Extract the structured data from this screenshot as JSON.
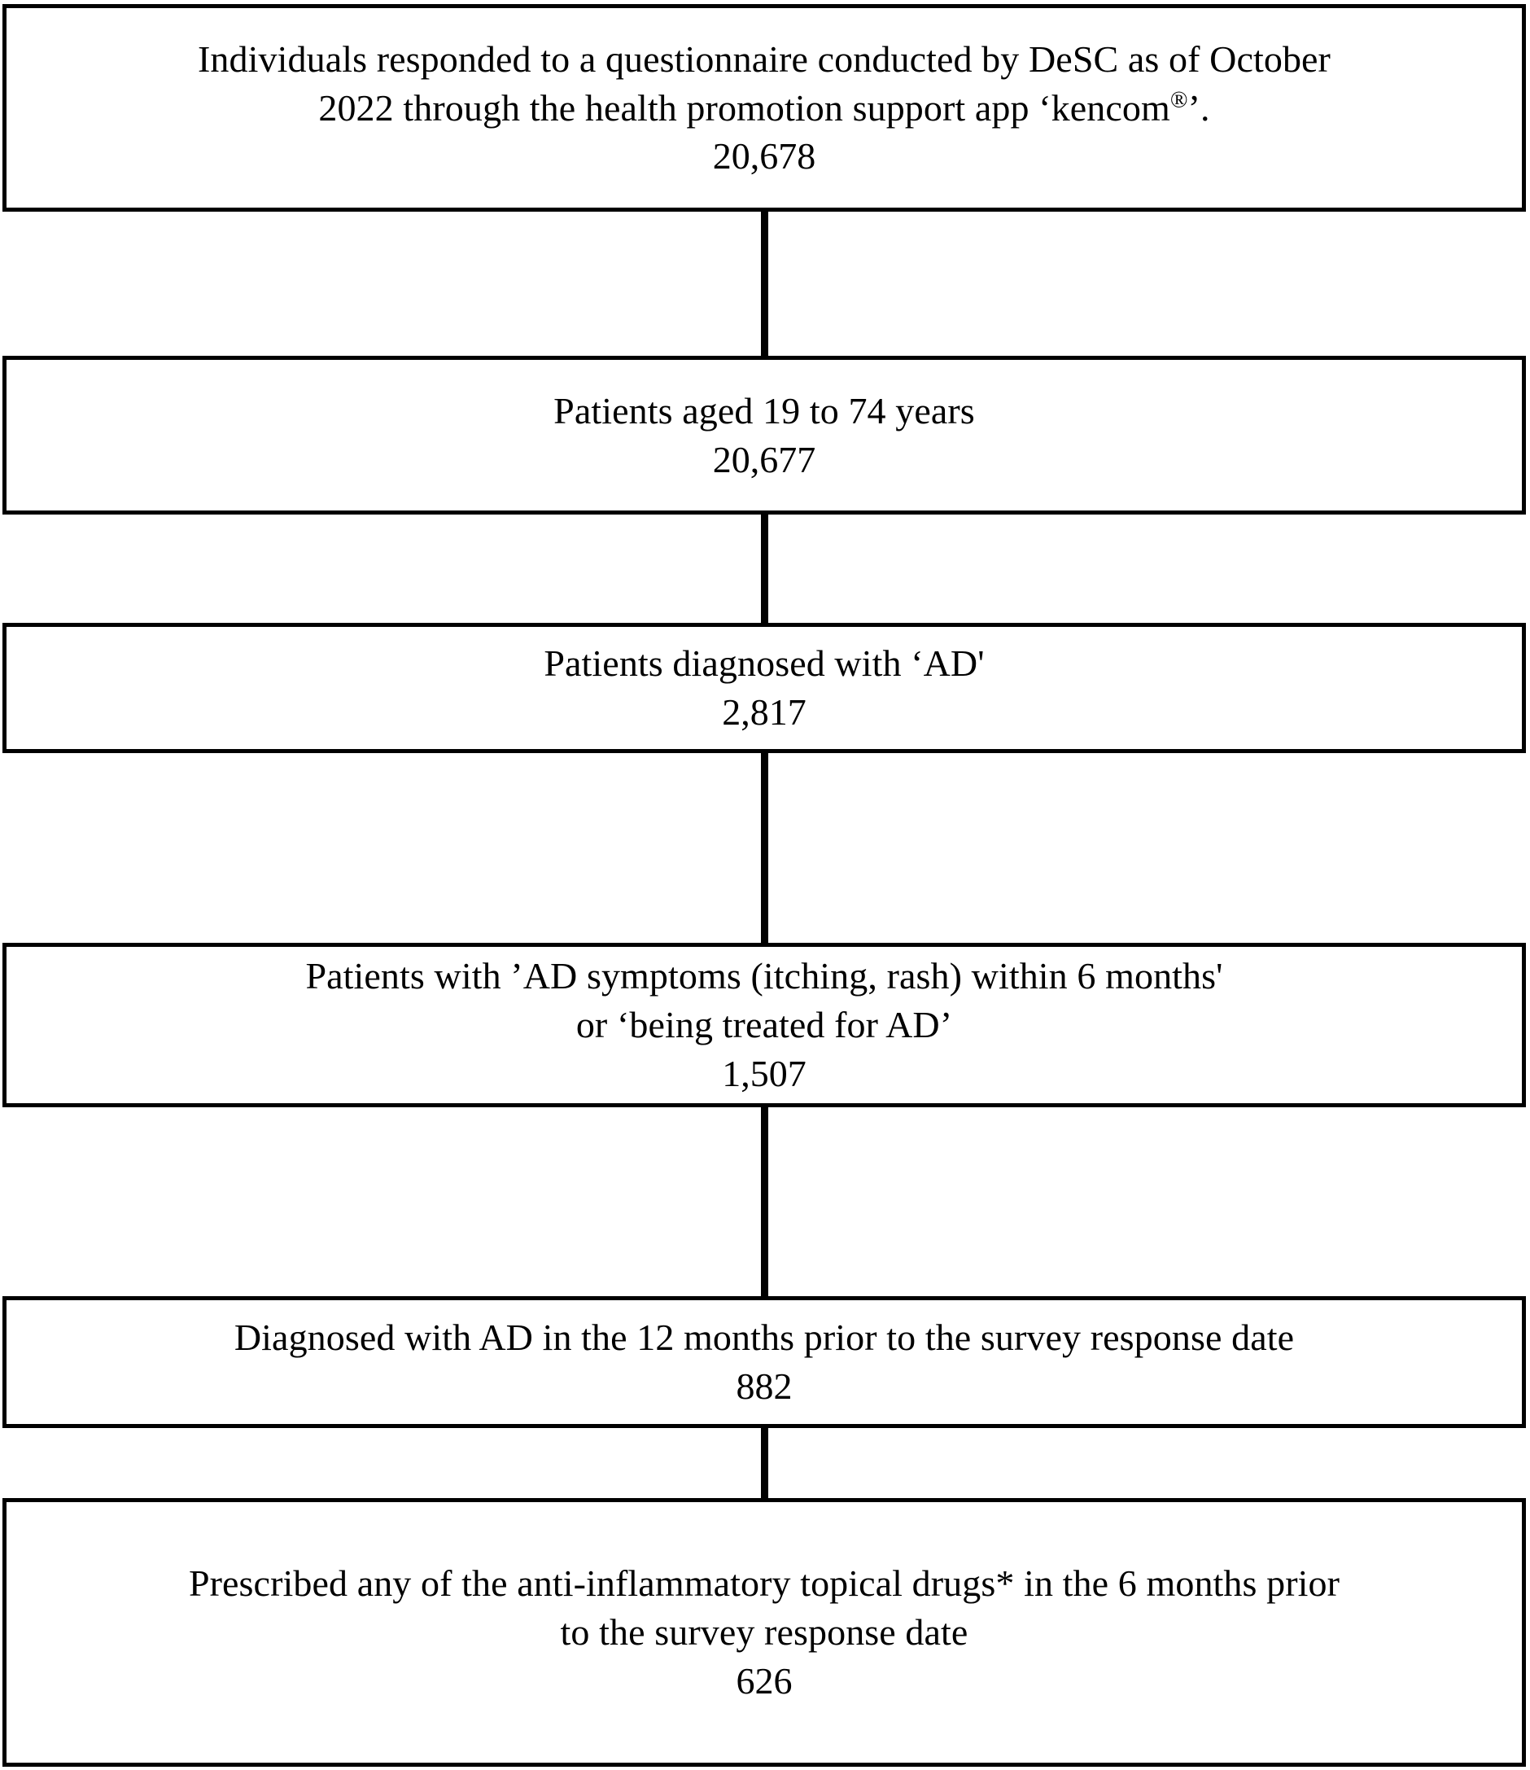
{
  "chart_data": {
    "type": "flowchart",
    "title": "Study participant selection flow",
    "orientation": "vertical",
    "steps": [
      {
        "id": "step-1",
        "label": "Individuals responded to a questionnaire conducted by DeSC as of October 2022 through the health promotion support app ‘kencom®’.",
        "count": "20,678",
        "count_numeric": 20678
      },
      {
        "id": "step-2",
        "label": "Patients aged 19 to 74 years",
        "count": "20,677",
        "count_numeric": 20677
      },
      {
        "id": "step-3",
        "label": "Patients diagnosed with ‘AD'",
        "count": "2,817",
        "count_numeric": 2817
      },
      {
        "id": "step-4",
        "label": "Patients with ’AD symptoms (itching, rash) within 6 months' or ‘being treated for AD’",
        "count": "1,507",
        "count_numeric": 1507
      },
      {
        "id": "step-5",
        "label": "Diagnosed with AD in the 12 months prior to the survey response date",
        "count": "882",
        "count_numeric": 882
      },
      {
        "id": "step-6",
        "label": "Prescribed any of the anti-inflammatory topical drugs* in the 6 months prior to the survey response date",
        "count": "626",
        "count_numeric": 626
      }
    ]
  },
  "colors": {
    "border": "#000000",
    "background": "#ffffff",
    "text": "#000000",
    "connector": "#000000"
  },
  "boxes": {
    "box1": {
      "line1": "Individuals responded to a questionnaire conducted by DeSC as of October",
      "line2_pre": "2022 through the health promotion support app ‘kencom",
      "line2_sup": "®",
      "line2_post": "’.",
      "count": "20,678"
    },
    "box2": {
      "line1": "Patients aged 19 to 74 years",
      "count": "20,677"
    },
    "box3": {
      "line1": "Patients diagnosed with ‘AD'",
      "count": "2,817"
    },
    "box4": {
      "line1": "Patients with ’AD symptoms (itching, rash) within 6 months'",
      "line2": "or ‘being treated for AD’",
      "count": "1,507"
    },
    "box5": {
      "line1": "Diagnosed with AD in the 12 months prior to the survey response date",
      "count": "882"
    },
    "box6": {
      "line1": "Prescribed any of the anti-inflammatory topical drugs* in the 6 months prior",
      "line2": "to the survey response date",
      "count": "626"
    }
  }
}
